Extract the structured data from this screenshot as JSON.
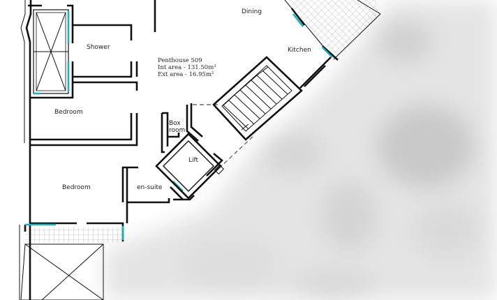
{
  "rooms": {
    "dining": "Dining",
    "kitchen": "Kitchen",
    "shower": "Shower",
    "bedroom_upper": "Bedroom",
    "bedroom_lower": "Bedroom",
    "box_room_line1": "Box",
    "box_room_line2": "room",
    "lift": "Lift",
    "en_suite": "en-suite"
  },
  "unit_info": {
    "name": "Penthouse 509",
    "int_area": "Int area - 131.50m²",
    "ext_area": "Ext area - 16.95m²"
  },
  "colors": {
    "wall": "#111111",
    "window": "#19b3b9",
    "hatch": "#9a9a9a",
    "blur": "#cfcfcf"
  }
}
